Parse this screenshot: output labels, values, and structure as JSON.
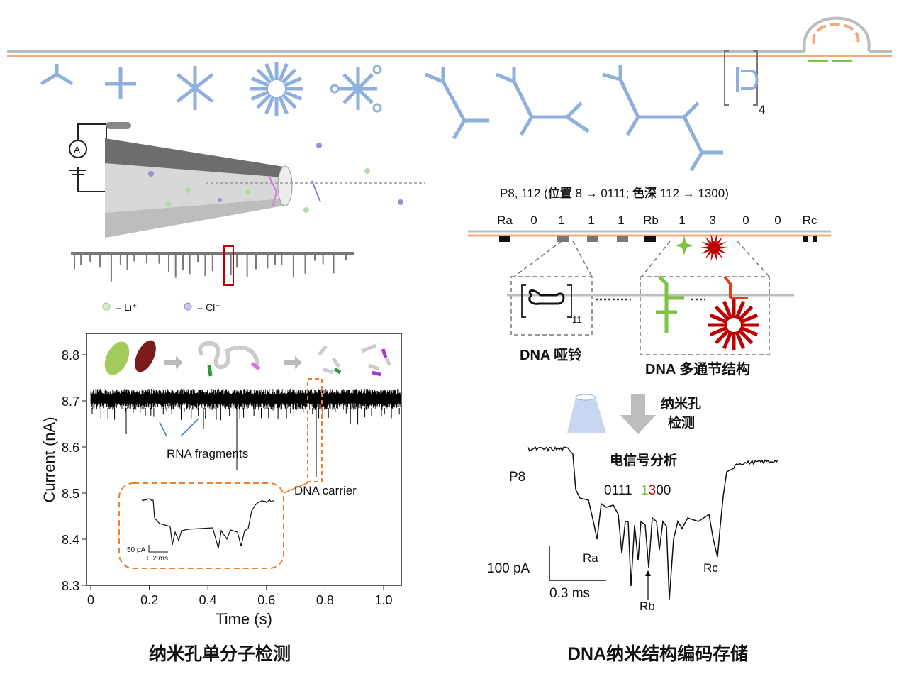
{
  "colors": {
    "strand_gray": "#bdbdbd",
    "strand_orange": "#f4a97a",
    "structure_blue": "#8fb0dc",
    "green": "#7dc242",
    "red": "#c00000",
    "orange_dash": "#f07f2b",
    "arrow_blue": "#3a6fc4"
  },
  "top": {
    "bracket_subscript": "4"
  },
  "pore": {
    "ammeter_label": "A",
    "legend_li": "= Li⁺",
    "legend_cl": "= Cl⁻"
  },
  "left_plot": {
    "ylabel": "Current (nA)",
    "xlabel": "Time (s)",
    "yticks": [
      "8.8",
      "8.7",
      "8.6",
      "8.5",
      "8.4",
      "8.3"
    ],
    "xticks": [
      "0",
      "0.2",
      "0.4",
      "0.6",
      "0.8",
      "1.0"
    ],
    "annotation_rna": "RNA fragments",
    "annotation_dna": "DNA carrier",
    "inset_scale_current": "50 pA",
    "inset_scale_time": "0.2 ms"
  },
  "right": {
    "header_prefix": "P8, 112 (",
    "header_pos": "位置",
    "header_mid": " 8 → 0111; ",
    "header_depth": "色深",
    "header_suffix": "  112 → 1300)",
    "labels": [
      "Ra",
      "0",
      "1",
      "1",
      "1",
      "Rb",
      "1",
      "3",
      "0",
      "0",
      "Rc"
    ],
    "dumbbell_subscript": "11",
    "dumbbell_caption": "DNA 哑铃",
    "multi_caption": "DNA 多通节结构",
    "detect_label_1": "纳米孔",
    "detect_label_2": "检测",
    "analysis_title": "电信号分析",
    "trace_name": "P8",
    "code_a": "0111",
    "code_b1": "1",
    "code_b2": "3",
    "code_b3": "00",
    "peak_ra": "Ra",
    "peak_rb": "Rb",
    "peak_rc": "Rc",
    "scale_current": "100 pA",
    "scale_time": "0.3 ms"
  },
  "captions": {
    "left": "纳米孔单分子检测",
    "right": "DNA纳米结构编码存储"
  }
}
